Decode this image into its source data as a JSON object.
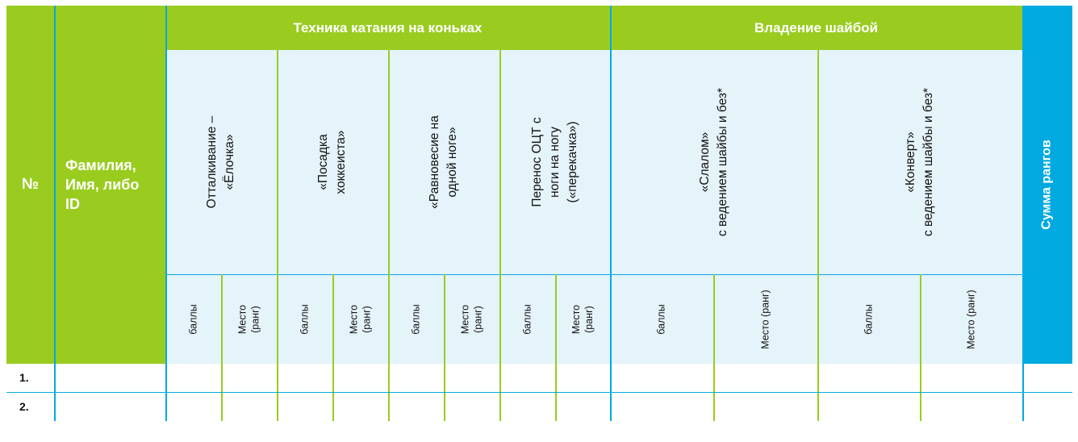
{
  "table": {
    "header": {
      "num": "№",
      "name": "Фамилия,\nИмя, либо\nID",
      "group_skating": "Техника катания на коньках",
      "group_puck": "Владение шайбой",
      "sum": "Сумма рангов"
    },
    "exercises": [
      "Отталкивание – «Ёлочка»",
      "«Посадка хоккеиста»",
      "«Равновесие на одной ноге»",
      "Перенос ОЦТ с ноги на ногу\n(«перекачка»)",
      "«Слалом»\nс ведением шайбы и без*",
      "«Конверт»\nс ведением шайбы и без*"
    ],
    "sub": {
      "score": "баллы",
      "place": "Место (ранг)"
    },
    "rows": [
      {
        "num": "1."
      },
      {
        "num": "2."
      }
    ]
  },
  "colors": {
    "green": "#99cc1f",
    "blue": "#00a9e0",
    "pale_blue": "#e5f3fb"
  }
}
